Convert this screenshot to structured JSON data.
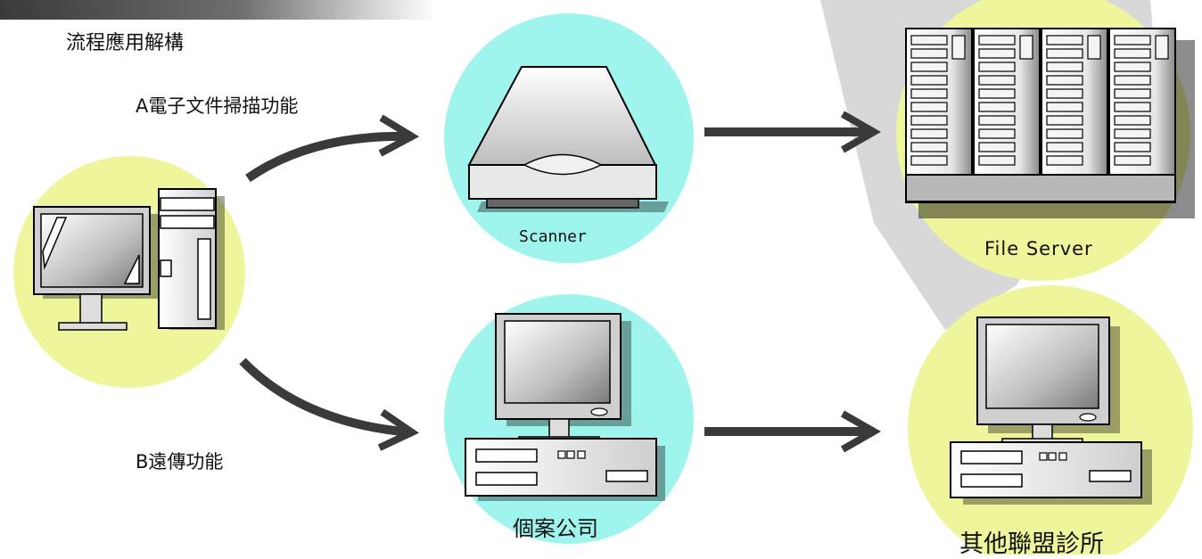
{
  "header": {
    "subtitle": "流程應用解構"
  },
  "flows": {
    "a_label": "A電子文件掃描功能",
    "b_label": "B遠傳功能"
  },
  "nodes": {
    "scanner": "Scanner",
    "file_server": "File Server",
    "case_office": "個案公司",
    "partner_clinics": "其他聯盟診所"
  },
  "colors": {
    "yellow_circle": "#eef59a",
    "cyan_circle": "#9ff5ee",
    "grey_band": "#d8d8d8"
  }
}
